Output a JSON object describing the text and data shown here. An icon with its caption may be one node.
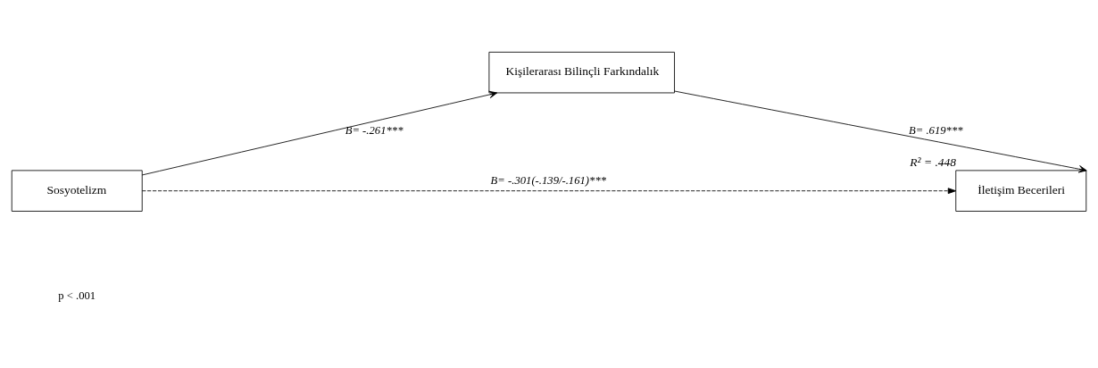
{
  "diagram": {
    "nodes": [
      {
        "text": [
          "Sosyotelizm"
        ]
      },
      {
        "text": [
          "Kişilerarası Bilinçli Farkındalık"
        ]
      },
      {
        "text": [
          "İletişim Becerileri"
        ],
        "beside": [
          "R² = .448"
        ]
      }
    ],
    "edges": [
      {
        "from": 0,
        "to": 1,
        "arrow": "to",
        "label": "B= -.261***"
      },
      {
        "from": 1,
        "to": 2,
        "arrow": "to",
        "label": "B= .619***"
      },
      {
        "from": 0,
        "to": 2,
        "arrow": "to",
        "label": "B= -.301(-.139/-.161)***",
        "style": "dashed"
      }
    ],
    "labels": [
      "p < .001"
    ]
  }
}
